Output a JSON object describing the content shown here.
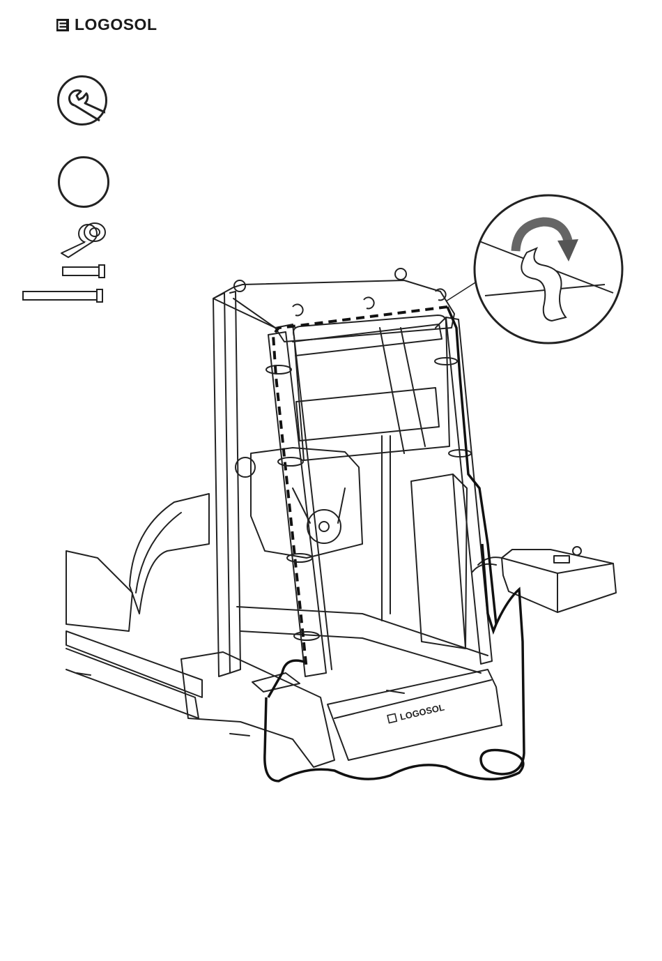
{
  "brand": {
    "logo_text": "LOGOSOL",
    "color": "#1a1a1a"
  },
  "tools": [
    {
      "icon": "wrench-icon"
    },
    {
      "icon": "empty-circle-icon"
    }
  ],
  "parts": [
    {
      "icon": "cable-tie-roll-icon"
    },
    {
      "icon": "short-bolt-icon"
    },
    {
      "icon": "long-bolt-icon"
    }
  ],
  "illustration": {
    "subject": "sawmill-frame-cable-routing",
    "machine_label": "LOGOSOL",
    "detail_icon": "rotate-arrow-icon"
  }
}
